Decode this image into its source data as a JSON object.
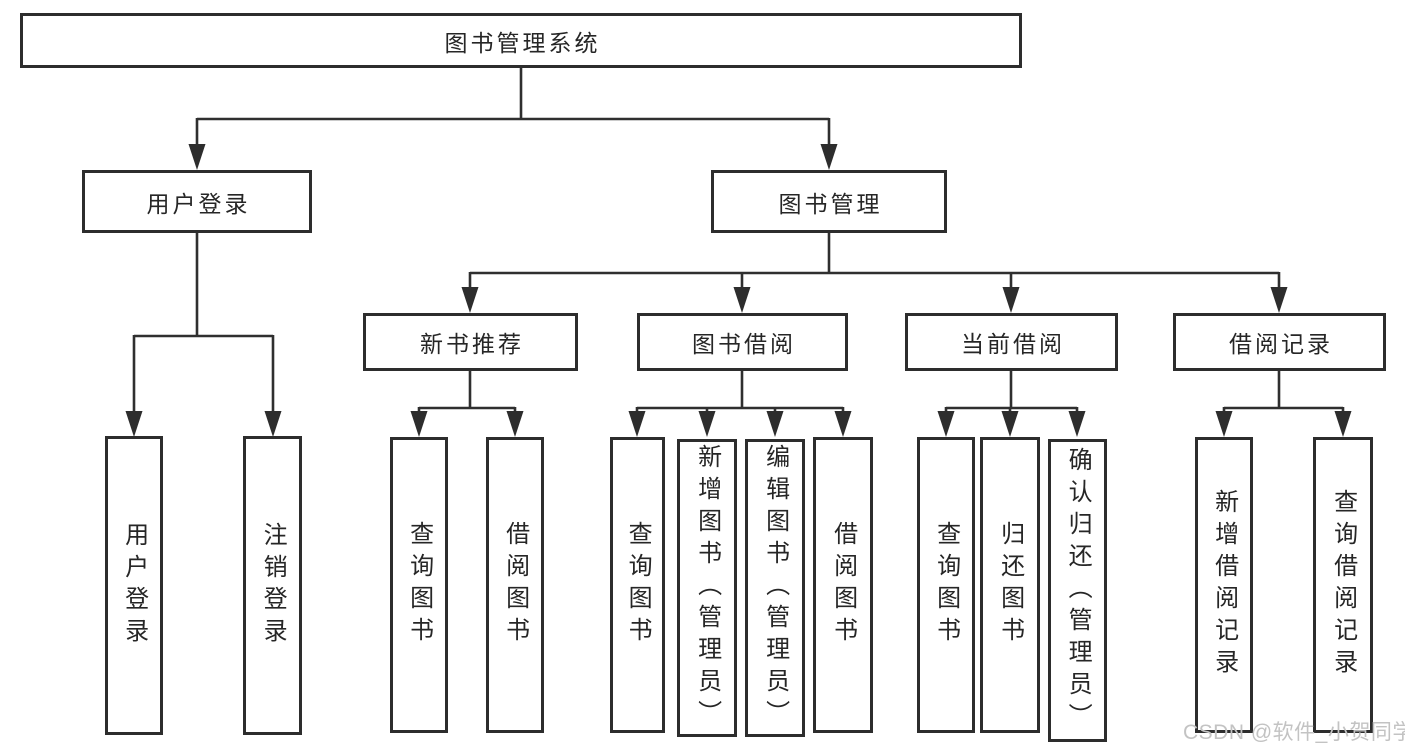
{
  "watermark": "CSDN @软件_小贺同学",
  "tree": {
    "root": "图书管理系统",
    "login": {
      "label": "用户登录",
      "children": [
        "用户登录",
        "注销登录"
      ]
    },
    "mgmt": {
      "label": "图书管理",
      "groups": [
        {
          "label": "新书推荐",
          "children": [
            "查询图书",
            "借阅图书"
          ]
        },
        {
          "label": "图书借阅",
          "children": [
            "查询图书",
            "新增图书（管理员）",
            "编辑图书（管理员）",
            "借阅图书"
          ]
        },
        {
          "label": "当前借阅",
          "children": [
            "查询图书",
            "归还图书",
            "确认归还（管理员）"
          ]
        },
        {
          "label": "借阅记录",
          "children": [
            "新增借阅记录",
            "查询借阅记录"
          ]
        }
      ]
    }
  }
}
